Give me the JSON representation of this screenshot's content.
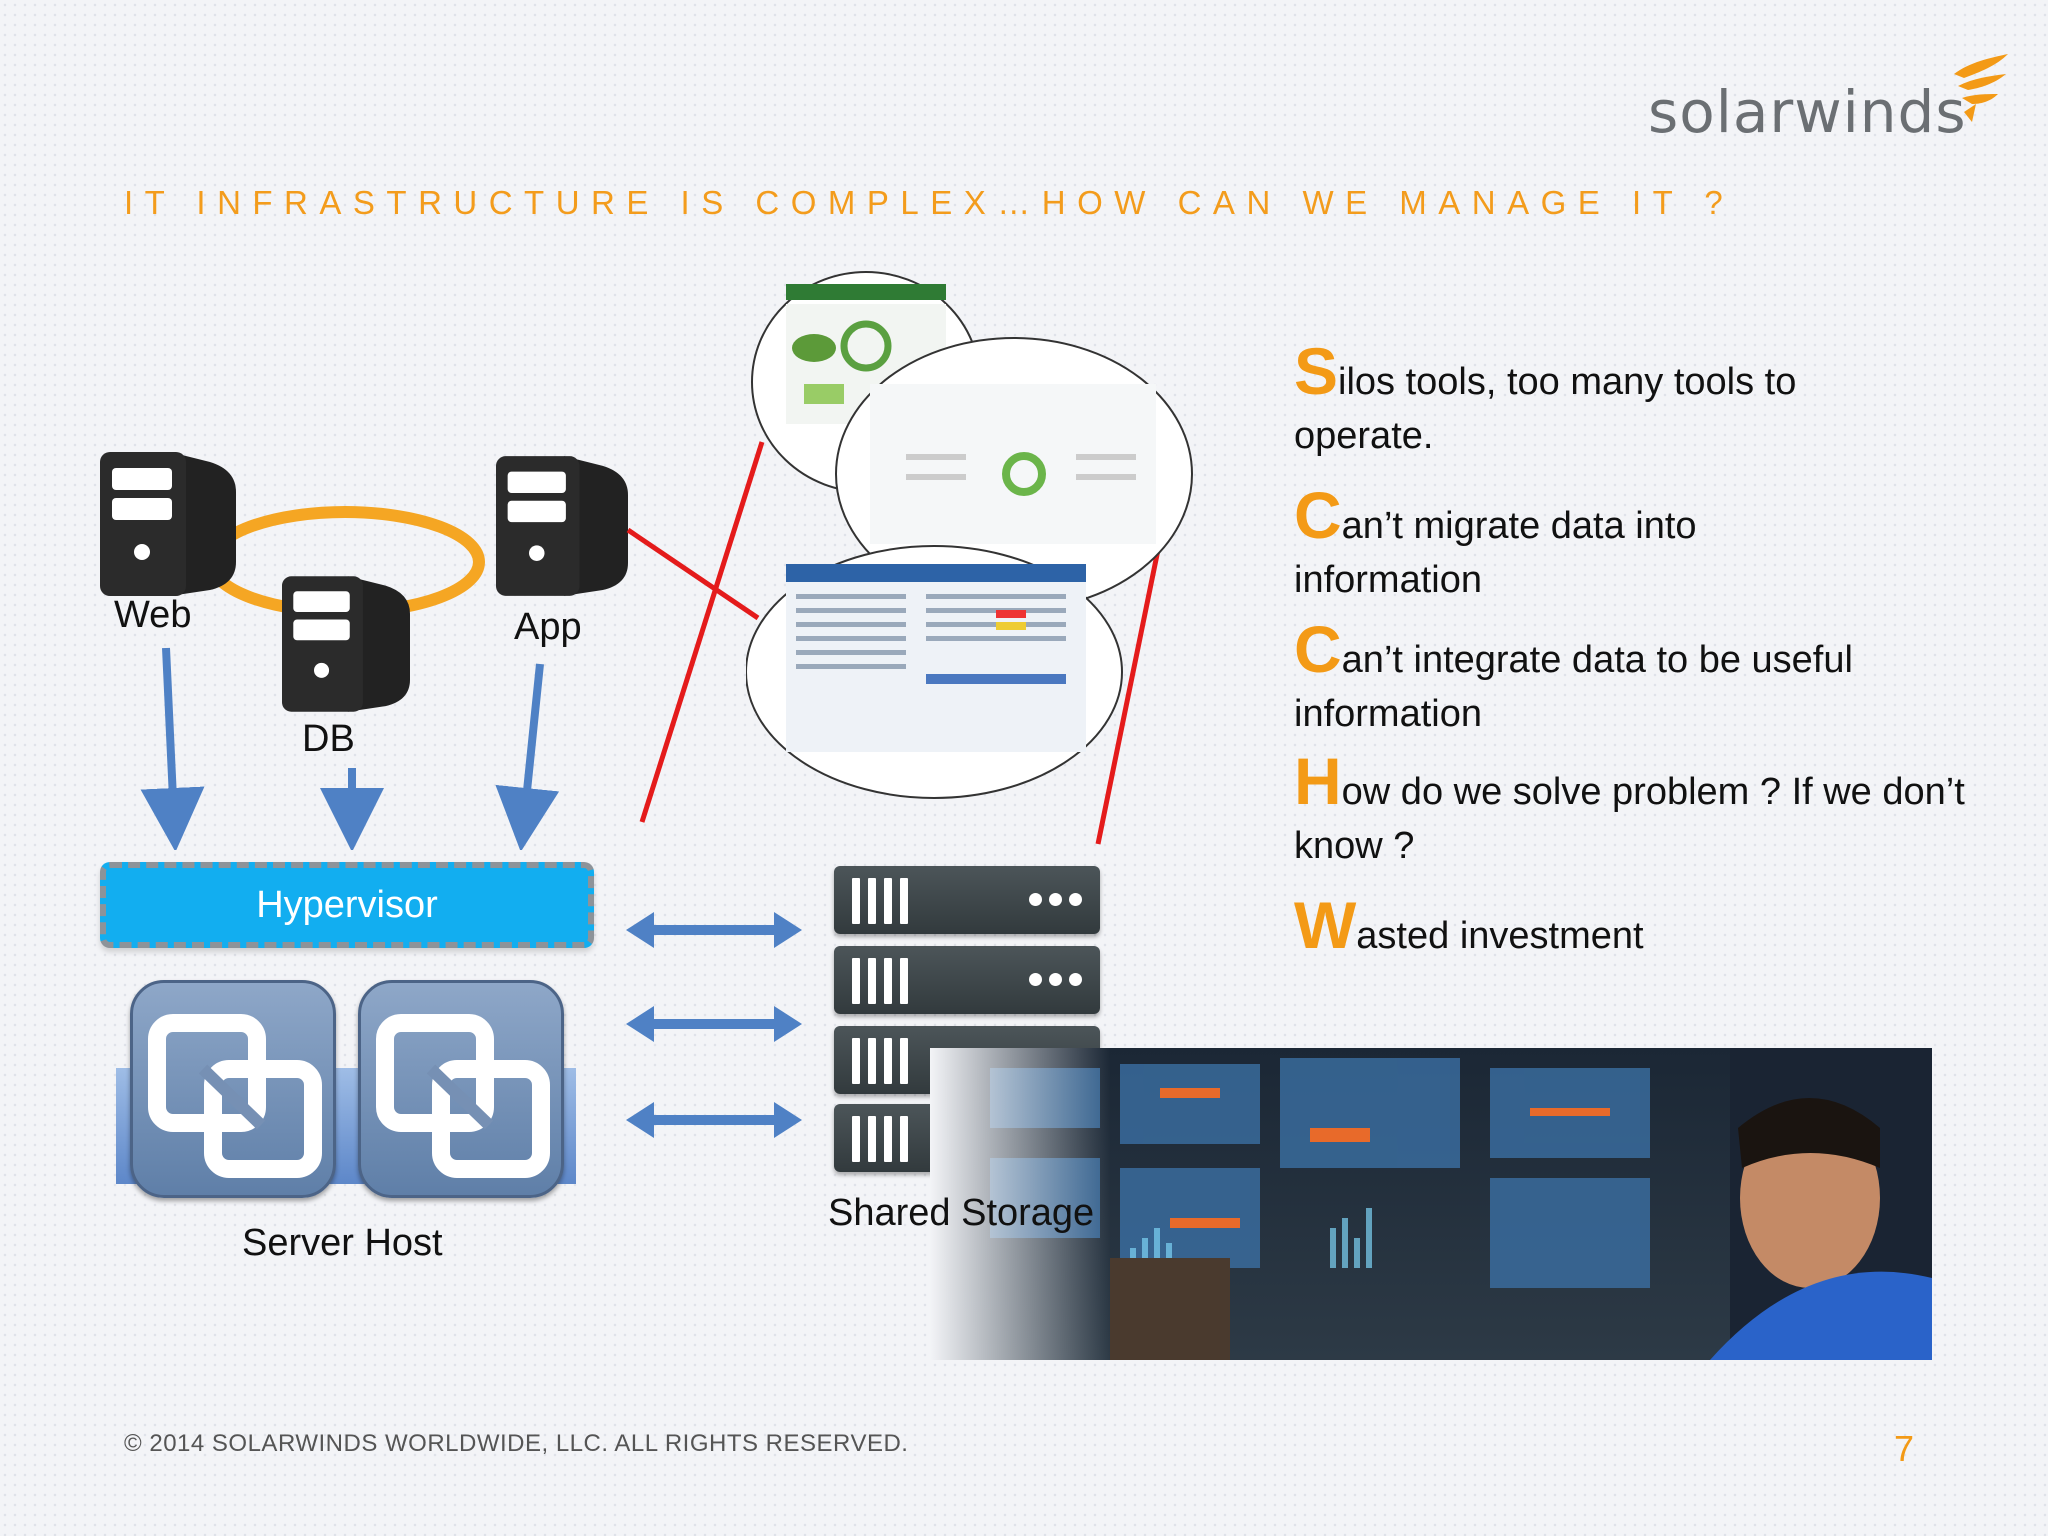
{
  "brand": {
    "logo_text": "solarwinds",
    "accent": "#f39a16",
    "logo_icon": "solarwinds-flame-icon"
  },
  "slide": {
    "title": "IT INFRASTRUCTURE IS COMPLEX…HOW CAN WE MANAGE IT ?",
    "page_number": "7",
    "footer": "© 2014 SOLARWINDS WORLDWIDE, LLC.  ALL RIGHTS RESERVED."
  },
  "diagram": {
    "servers": [
      {
        "label": "Web"
      },
      {
        "label": "DB"
      },
      {
        "label": "App"
      }
    ],
    "hypervisor_label": "Hypervisor",
    "server_host_label": "Server Host",
    "shared_storage_label": "Shared Storage"
  },
  "bullets": [
    {
      "cap": "S",
      "text_first": "ilos tools, too many tools to",
      "text_second": "operate."
    },
    {
      "cap": "C",
      "text_first": "an’t migrate data into",
      "text_second": "information"
    },
    {
      "cap": "C",
      "text_first": "an’t integrate data to be useful",
      "text_second": "information"
    },
    {
      "cap": "H",
      "text_first": "ow do we solve problem ? If we don’t",
      "text_second": "know ?"
    },
    {
      "cap": "W",
      "text_first": "asted investment",
      "text_second": ""
    }
  ]
}
